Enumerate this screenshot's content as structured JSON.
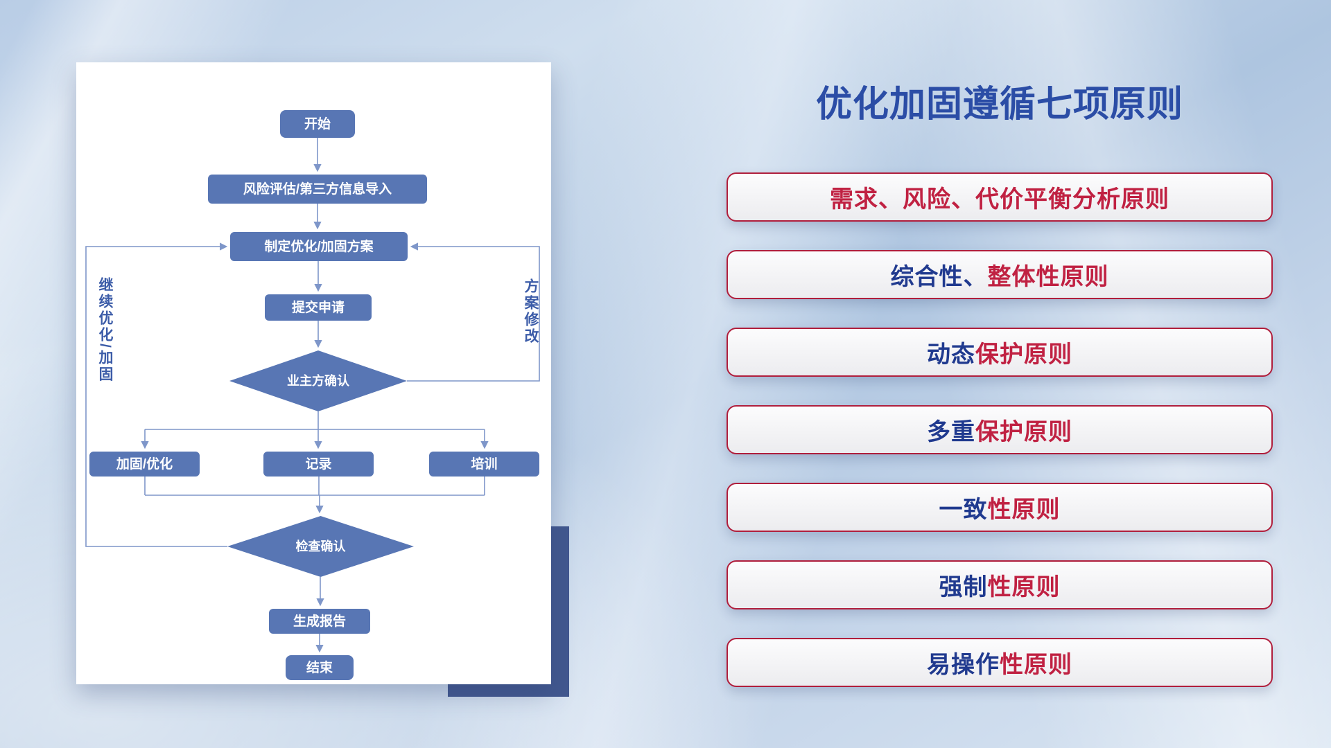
{
  "title": "优化加固遵循七项原则",
  "flowchart": {
    "start": "开始",
    "risk": "风险评估/第三方信息导入",
    "plan": "制定优化/加固方案",
    "submit": "提交申请",
    "owner_confirm": "业主方确认",
    "harden": "加固/优化",
    "record": "记录",
    "training": "培训",
    "check_confirm": "检查确认",
    "report": "生成报告",
    "end": "结束",
    "left_loop_label": "继续优化/加固",
    "right_loop_label": "方案修改"
  },
  "principles": {
    "items": [
      {
        "prefix": "",
        "suffix": "需求、风险、代价平衡分析原则"
      },
      {
        "prefix": "综合性、",
        "suffix": "整体性原则"
      },
      {
        "prefix": "动态",
        "suffix": "保护原则"
      },
      {
        "prefix": "多重",
        "suffix": "保护原则"
      },
      {
        "prefix": "一致",
        "suffix": "性原则"
      },
      {
        "prefix": "强制",
        "suffix": "性原则"
      },
      {
        "prefix": "易操作",
        "suffix": "性原则"
      }
    ]
  },
  "colors": {
    "title-blue": "#2b4da6",
    "principle-red": "#c02142",
    "principle-navy": "#203a8f",
    "node-blue": "#5876b4",
    "connector-blue": "#7e96c9",
    "accent-navy": "#42588f"
  }
}
